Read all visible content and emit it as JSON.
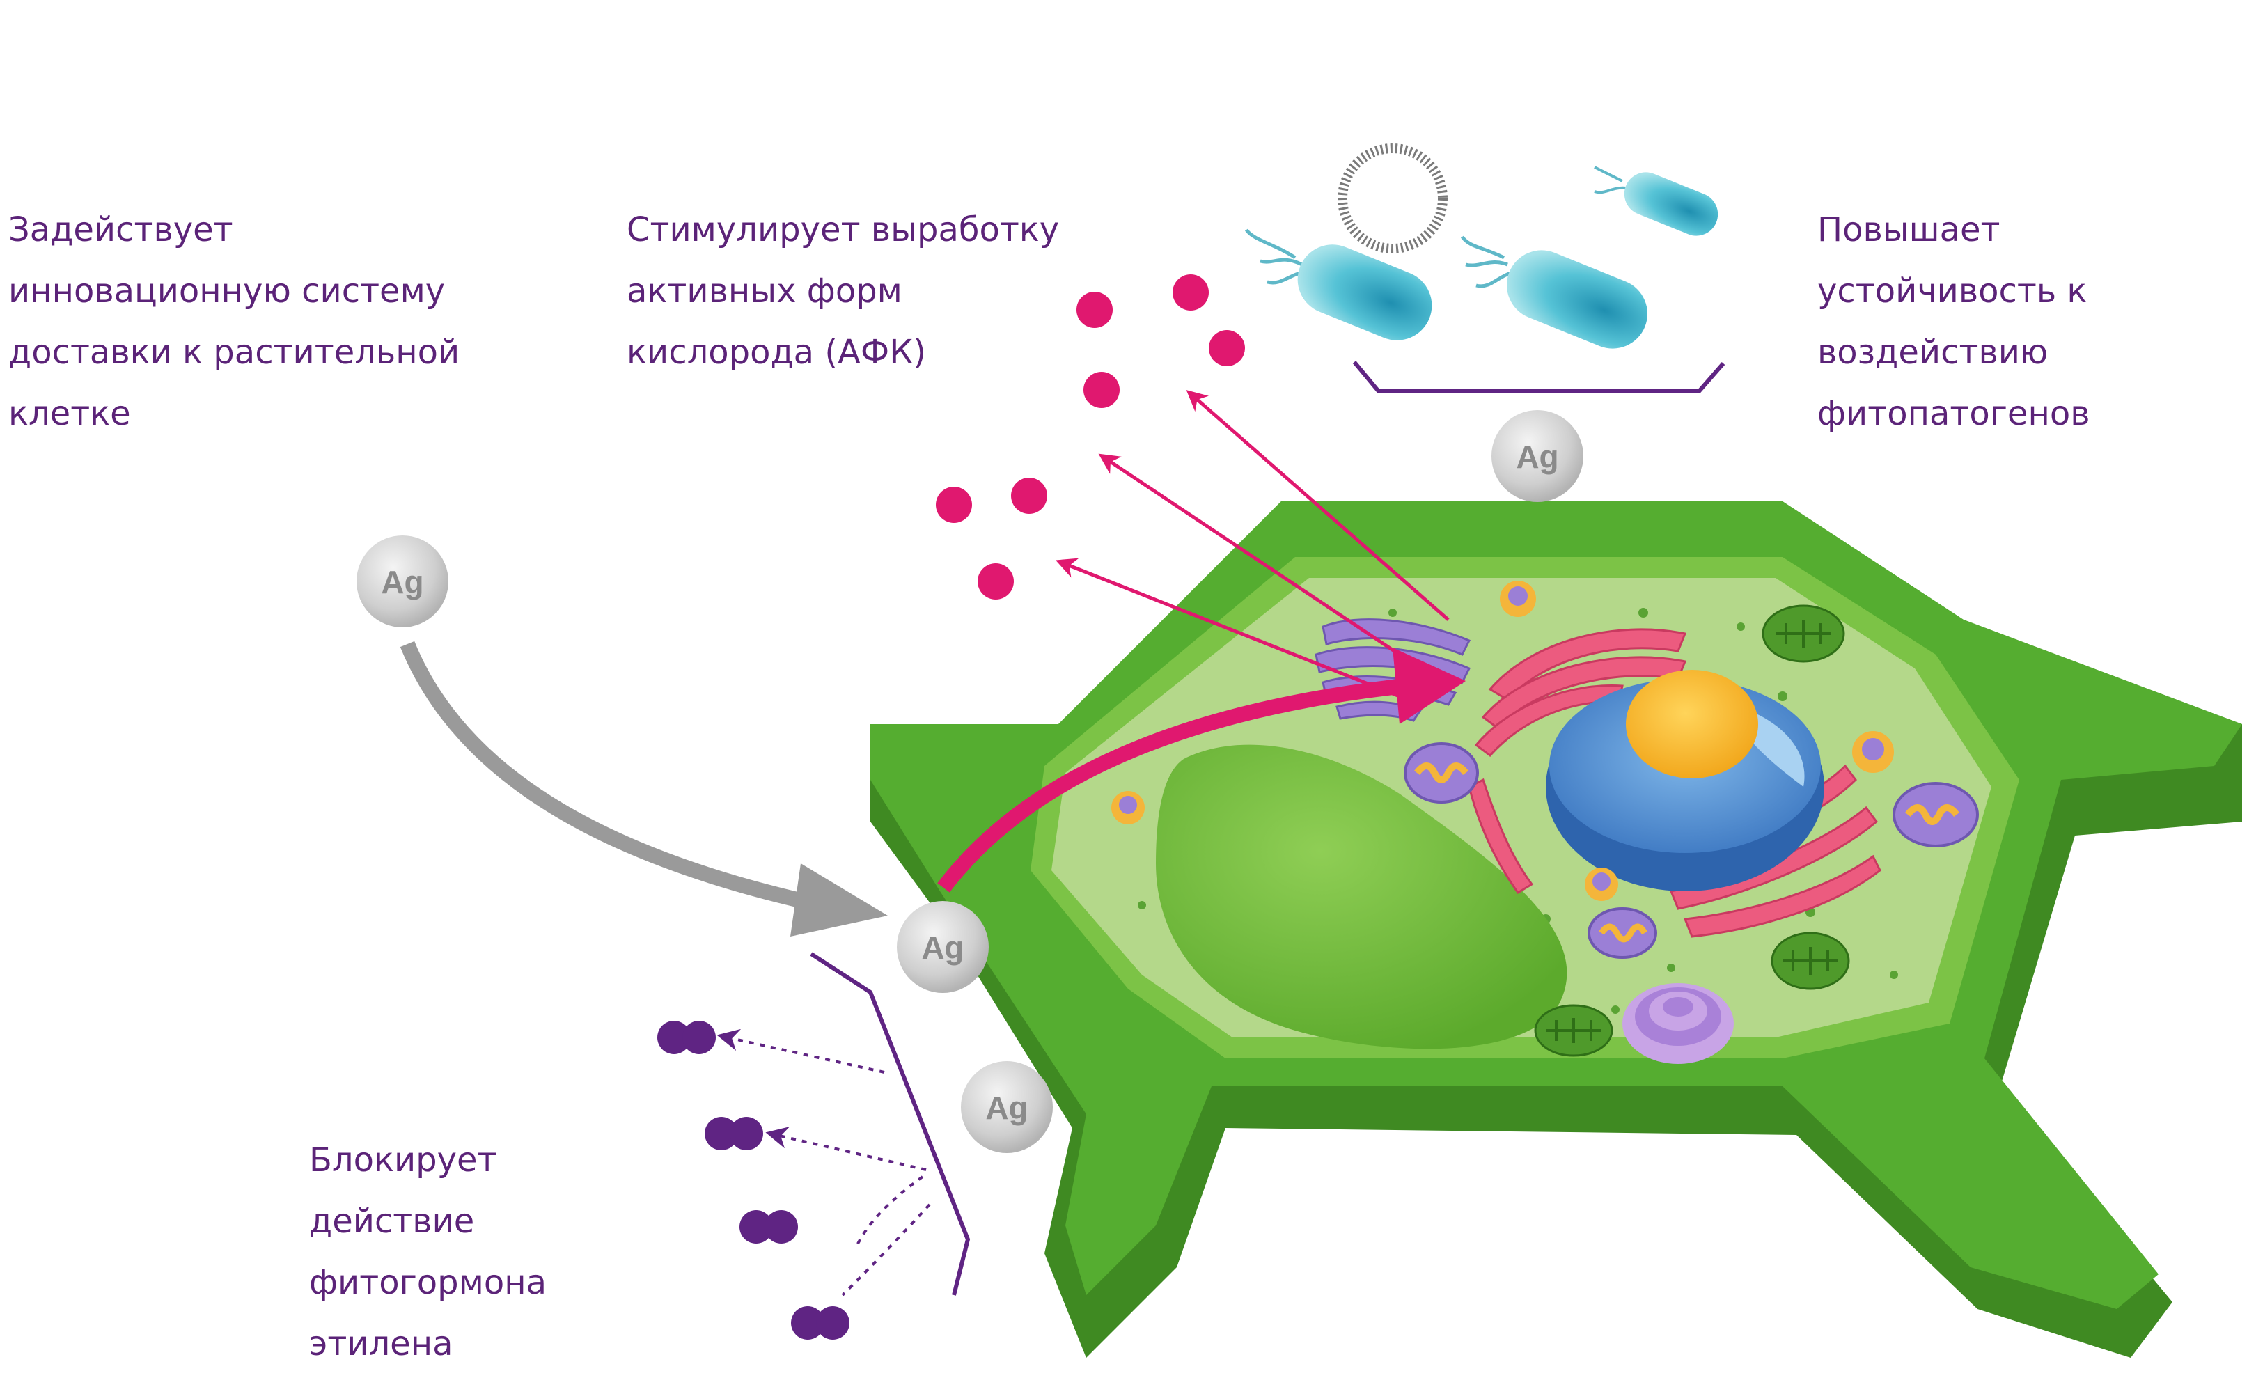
{
  "labels": {
    "delivery": [
      "Задействует",
      "инновационную систему",
      "доставки к растительной",
      "клетке"
    ],
    "ros": [
      "Стимулирует выработку",
      "активных форм",
      "кислорода (АФК)"
    ],
    "resistance": [
      "Повышает",
      "устойчивость к",
      "воздействию",
      "фитопатогенов"
    ],
    "ethylene": [
      "Блокирует",
      "действие",
      "фитогормона",
      "этилена"
    ]
  },
  "silver": {
    "symbol": "Ag"
  },
  "colors": {
    "text": "#5b2378",
    "ros_arrow": "#e0186f",
    "ethylene": "#5f2483",
    "silver_arrow": "#9a9a9a",
    "cell_wall": "#4aa02c",
    "cytoplasm": "#b4d88a"
  }
}
